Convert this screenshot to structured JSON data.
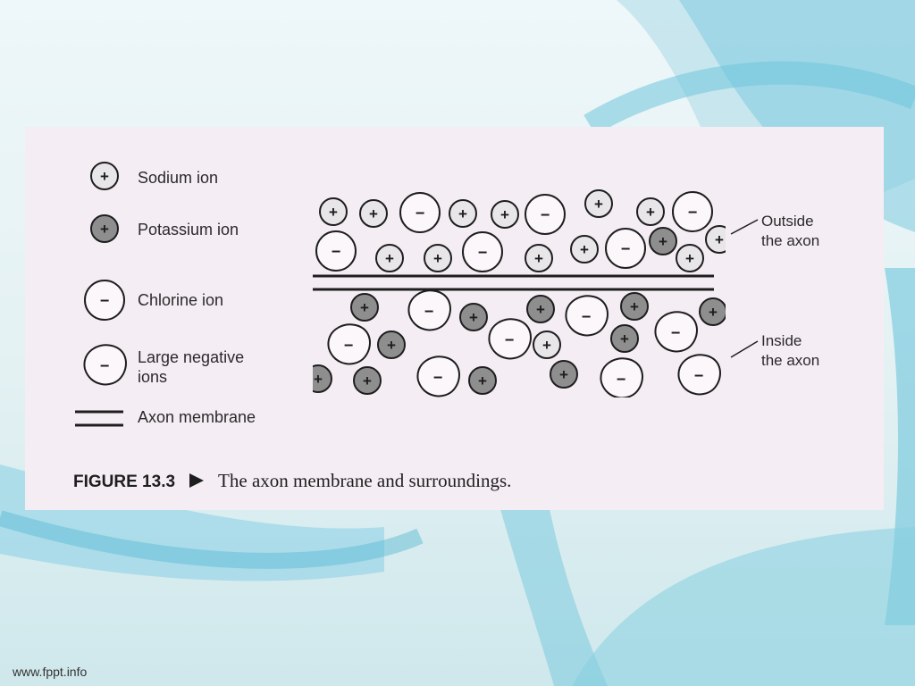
{
  "legend": {
    "sodium": "Sodium ion",
    "potassium": "Potassium ion",
    "chlorine": "Chlorine ion",
    "large_negative": "Large negative\nions",
    "membrane": "Axon membrane"
  },
  "labels": {
    "outside": "Outside\nthe axon",
    "inside": "Inside\nthe axon"
  },
  "caption": {
    "label": "FIGURE 13.3",
    "text": "The axon membrane and surroundings."
  },
  "symbols": {
    "plus": "+",
    "minus": "−"
  },
  "footer": {
    "url": "www.fppt.info"
  },
  "colors": {
    "figure_bg": "#f5edf4",
    "sodium_fill": "#e9e6e9",
    "potassium_fill": "#8e8e8e",
    "ink": "#1e1e1e"
  },
  "icons": [
    "sodium-ion-icon",
    "potassium-ion-icon",
    "chlorine-ion-icon",
    "large-negative-ion-icon",
    "axon-membrane-icon"
  ]
}
